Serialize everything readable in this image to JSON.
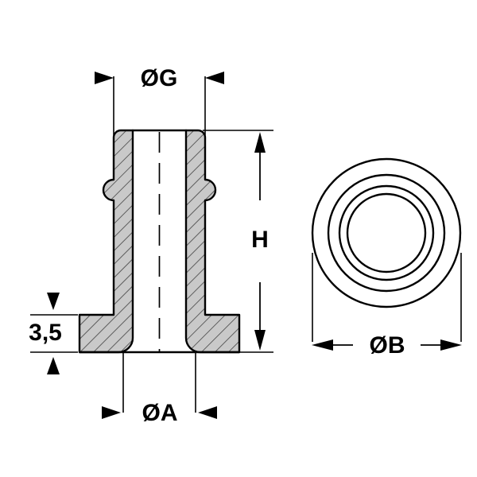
{
  "drawing": {
    "title": "Bushing cross-section and end view technical drawing",
    "background_color": "#ffffff",
    "line_color": "#000000",
    "section_fill_color": "#c9c9c9",
    "hatch_color": "#3a3a3a"
  },
  "dimensions": {
    "outer_diameter_top": "ØG",
    "height": "H",
    "flange_thickness": "3,5",
    "inner_diameter_bottom": "ØA",
    "flange_diameter": "ØB"
  },
  "views": {
    "section_view": {
      "name": "cross-section-view",
      "description": "Sectional side view of flanged bushing with hatched walls"
    },
    "end_view": {
      "name": "end-view",
      "description": "Circular end view with four concentric circles",
      "circle_count": 4
    }
  }
}
